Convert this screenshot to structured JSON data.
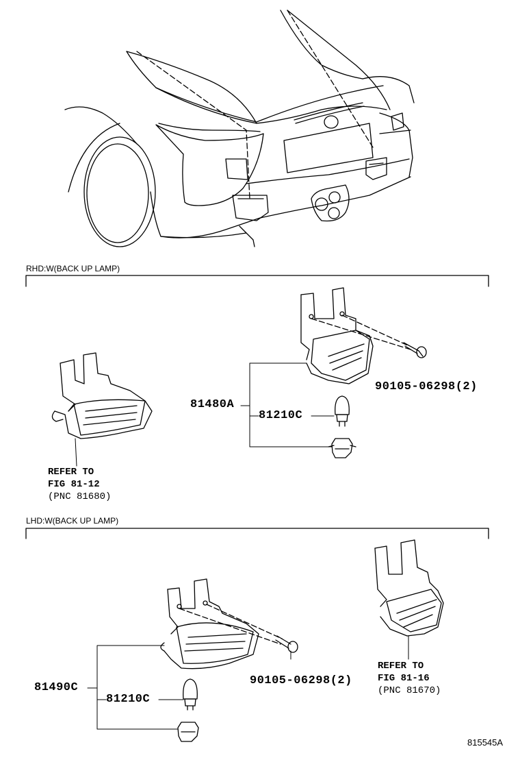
{
  "sections": {
    "rhd": {
      "title": "RHD:W(BACK UP LAMP)",
      "assembly": "81480A",
      "bulb": "81210C",
      "screw": "90105-06298(2)",
      "refer_line1": "REFER TO",
      "refer_line2": "FIG 81-12",
      "refer_line3": "(PNC 81680)"
    },
    "lhd": {
      "title": "LHD:W(BACK UP LAMP)",
      "assembly": "81490C",
      "bulb": "81210C",
      "screw": "90105-06298(2)",
      "refer_line1": "REFER TO",
      "refer_line2": "FIG 81-16",
      "refer_line3": "(PNC 81670)"
    }
  },
  "figure_id": "815545A"
}
